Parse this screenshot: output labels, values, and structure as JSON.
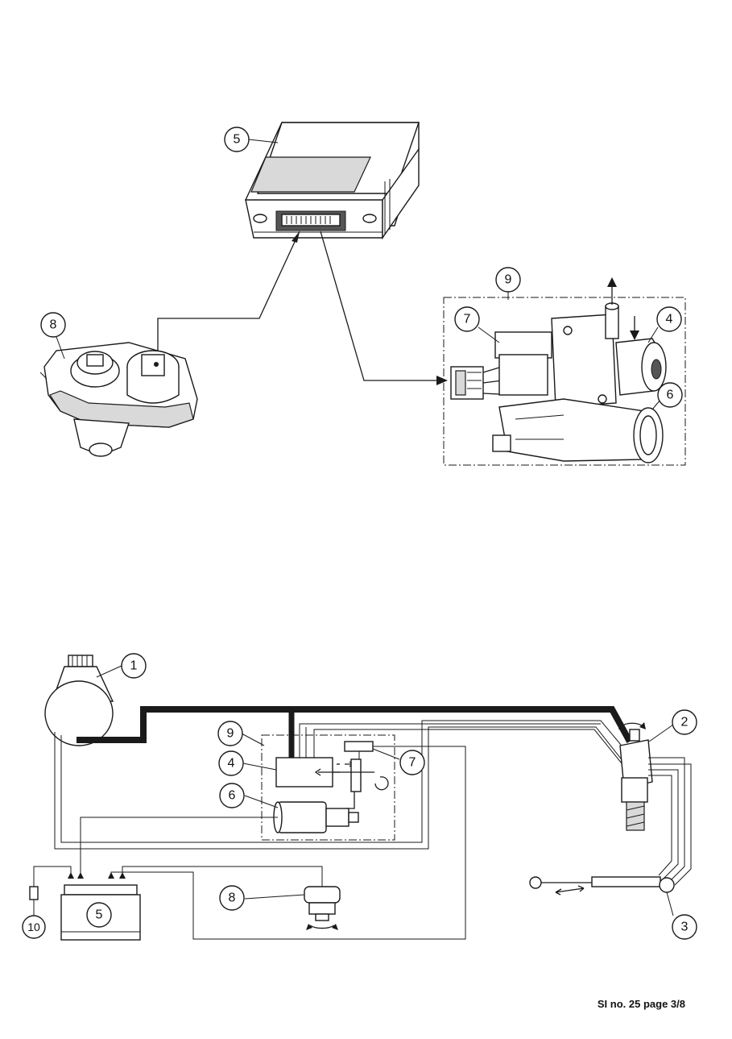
{
  "callouts": {
    "ecu_top": "5",
    "sensor_top": "8",
    "assembly_top": "9",
    "solenoid_top": "7",
    "valve_top": "4",
    "motor_top": "6",
    "reservoir": "1",
    "steering_gear": "2",
    "linkage": "3",
    "assembly_schem": "9",
    "valve_schem": "4",
    "motor_schem": "6",
    "solenoid_schem": "7",
    "sensor_schem": "8",
    "ecu_schem": "5",
    "fuse_schem": "10"
  },
  "footer": "SI no. 25 page 3/8",
  "colors": {
    "ink": "#1a1a1a",
    "paper": "#ffffff",
    "shading": "#d9d9d9"
  }
}
